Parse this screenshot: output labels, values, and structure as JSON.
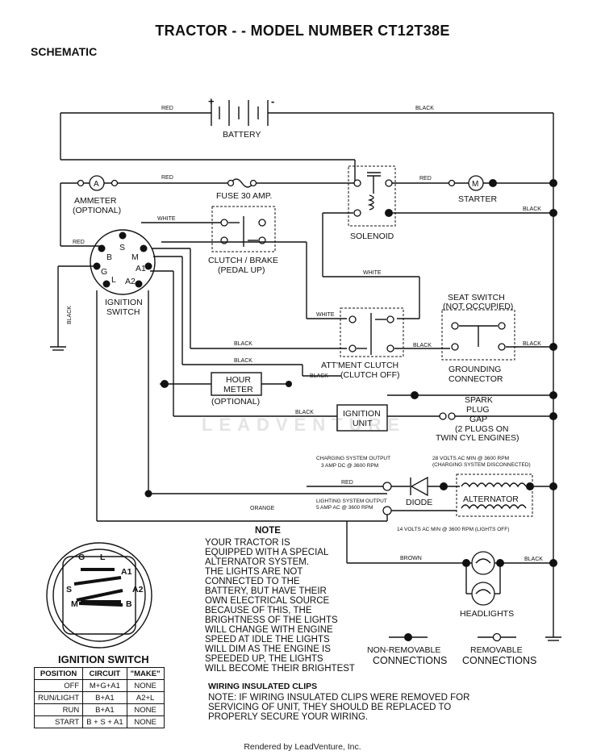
{
  "title": "TRACTOR - - MODEL NUMBER CT12T38E",
  "subtitle": "SCHEMATIC",
  "watermark": "LEADVENTURE",
  "footer": "Rendered by LeadVenture, Inc.",
  "components": {
    "battery": "BATTERY",
    "battery_plus": "+",
    "battery_minus": "-",
    "ammeter_symbol": "A",
    "ammeter_1": "AMMETER",
    "ammeter_2": "(OPTIONAL)",
    "fuse": "FUSE 30 AMP.",
    "solenoid": "SOLENOID",
    "starter_symbol": "M",
    "starter": "STARTER",
    "clutch_brake_1": "CLUTCH / BRAKE",
    "clutch_brake_2": "(PEDAL UP)",
    "ignition_switch_1": "IGNITION",
    "ignition_switch_2": "SWITCH",
    "seat_switch_1": "SEAT SWITCH",
    "seat_switch_2": "(NOT OCCUPIED)",
    "attment_clutch_1": "ATT'MENT CLUTCH",
    "attment_clutch_2": "(CLUTCH OFF)",
    "grounding_1": "GROUNDING",
    "grounding_2": "CONNECTOR",
    "hour_meter_1": "HOUR",
    "hour_meter_2": "METER",
    "hour_meter_3": "(OPTIONAL)",
    "ignition_unit_1": "IGNITION",
    "ignition_unit_2": "UNIT",
    "spark_1": "SPARK",
    "spark_2": "PLUG",
    "spark_3": "GAP",
    "spark_4": "(2 PLUGS ON",
    "spark_5": "TWIN CYL ENGINES)",
    "diode": "DIODE",
    "alternator": "ALTERNATOR",
    "headlights": "HEADLIGHTS"
  },
  "terminals": {
    "S": "S",
    "M": "M",
    "B": "B",
    "G": "G",
    "L": "L",
    "A1": "A1",
    "A2": "A2"
  },
  "wires": {
    "red": "RED",
    "black": "BLACK",
    "white": "WHITE",
    "orange": "ORANGE",
    "brown": "BROWN"
  },
  "specs": {
    "charging_1": "CHARGING SYSTEM OUTPUT",
    "charging_2": "3 AMP DC @ 3600 RPM",
    "lighting_1": "LIGHTING SYSTEM OUTPUT",
    "lighting_2": "5 AMP AC @ 3600 RPM",
    "volts28_1": "28 VOLTS AC MIN @ 3600 RPM",
    "volts28_2": "(CHARGING SYSTEM DISCONNECTED)",
    "volts14": "14 VOLTS AC MIN @ 3600 RPM (LIGHTS OFF)"
  },
  "note": {
    "heading": "NOTE",
    "lines": [
      "YOUR TRACTOR IS",
      "EQUIPPED WITH A SPECIAL",
      "ALTERNATOR SYSTEM.",
      "THE LIGHTS ARE NOT",
      "CONNECTED TO THE",
      "BATTERY, BUT HAVE THEIR",
      "OWN ELECTRICAL SOURCE",
      "BECAUSE OF THIS, THE",
      "BRIGHTNESS OF THE LIGHTS",
      "WILL CHANGE WITH ENGINE",
      "SPEED   AT IDLE THE LIGHTS",
      "WILL DIM   AS THE ENGINE IS",
      "SPEEDED UP, THE LIGHTS",
      "WILL BECOME THEIR BRIGHTEST"
    ]
  },
  "legend": {
    "non_removable_1": "NON-REMOVABLE",
    "non_removable_2": "CONNECTIONS",
    "removable_1": "REMOVABLE",
    "removable_2": "CONNECTIONS"
  },
  "clips": {
    "heading": "WIRING INSULATED CLIPS",
    "lines": [
      "NOTE: IF WIRING INSULATED CLIPS WERE REMOVED FOR",
      "SERVICING OF UNIT, THEY SHOULD BE REPLACED TO",
      "PROPERLY SECURE YOUR WIRING."
    ]
  },
  "ignition_switch_title": "IGNITION SWITCH",
  "ignition_table": {
    "headers": [
      "POSITION",
      "CIRCUIT",
      "\"MAKE\""
    ],
    "rows": [
      [
        "OFF",
        "M+G+A1",
        "NONE"
      ],
      [
        "RUN/LIGHT",
        "B+A1",
        "A2+L"
      ],
      [
        "RUN",
        "B+A1",
        "NONE"
      ],
      [
        "START",
        "B + S + A1",
        "NONE"
      ]
    ]
  }
}
